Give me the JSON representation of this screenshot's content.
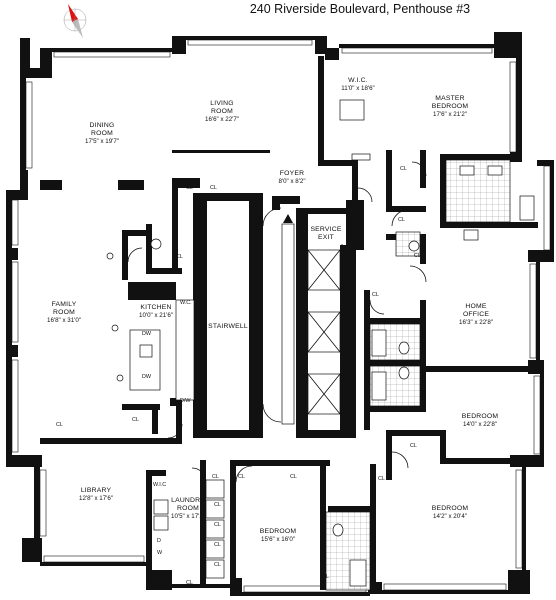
{
  "title": "240 Riverside Boulevard, Penthouse #3",
  "rooms": {
    "living": {
      "name": "LIVING",
      "name2": "ROOM",
      "dims": "16'6\" x 22'7\""
    },
    "dining": {
      "name": "DINING",
      "name2": "ROOM",
      "dims": "17'5\" x 19'7\""
    },
    "wic": {
      "name": "W.I.C.",
      "dims": "11'0\" x 18'6\""
    },
    "master": {
      "name": "MASTER",
      "name2": "BEDROOM",
      "dims": "17'6\" x 21'2\""
    },
    "foyer": {
      "name": "FOYER",
      "dims": "8'0\" x 8'2\""
    },
    "service": {
      "name": "SERVICE",
      "name2": "EXIT"
    },
    "family": {
      "name": "FAMILY",
      "name2": "ROOM",
      "dims": "16'8\" x 31'0\""
    },
    "kitchen": {
      "name": "KITCHEN",
      "dims": "10'0\" x 21'6\""
    },
    "stairwell": {
      "name": "STAIRWELL"
    },
    "office": {
      "name": "HOME",
      "name2": "OFFICE",
      "dims": "16'3\" x 22'8\""
    },
    "bedroom1": {
      "name": "BEDROOM",
      "dims": "14'0\" x 22'8\""
    },
    "library": {
      "name": "LIBRARY",
      "dims": "12'8\" x 17'6\""
    },
    "laundry": {
      "name": "LAUNDRY",
      "name2": "ROOM",
      "dims": "10'5\" x 17'2\""
    },
    "bedroom2": {
      "name": "BEDROOM",
      "dims": "15'6\" x 16'0\""
    },
    "bedroom3": {
      "name": "BEDROOM",
      "dims": "14'2\" x 20'4\""
    }
  },
  "small_labels": {
    "closet": "CL",
    "wc": "W.C.",
    "dw": "DW",
    "dw2": "D/W",
    "dryer": "D",
    "washer": "W",
    "wic_short": "W.I.C"
  }
}
